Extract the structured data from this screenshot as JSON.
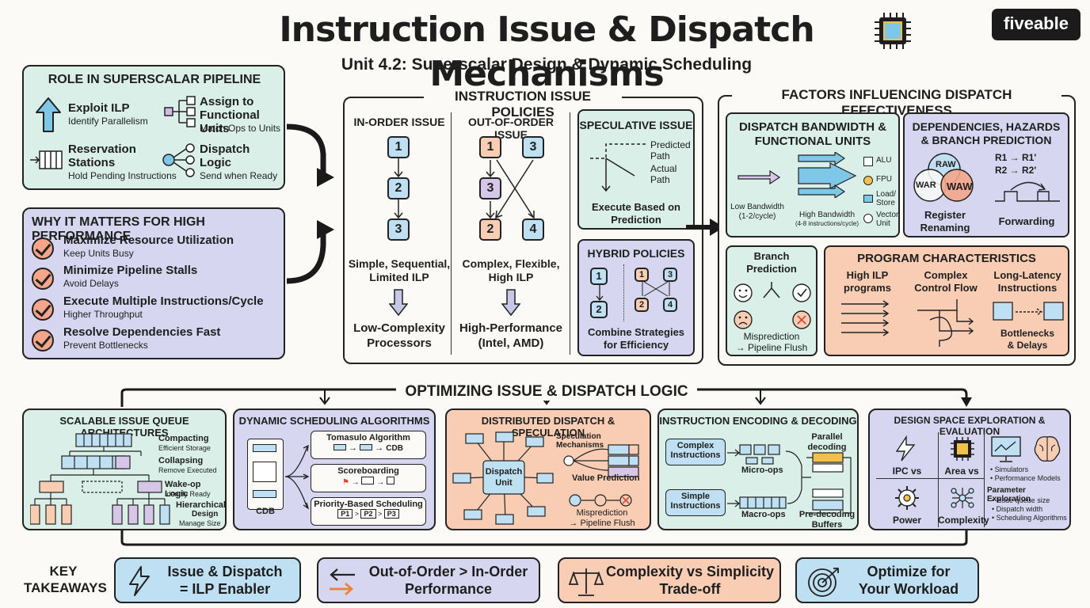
{
  "header": {
    "title": "Instruction Issue & Dispatch Mechanisms",
    "subtitle": "Unit 4.2: Superscalar Design & Dynamic Scheduling",
    "brand": "fiveable",
    "chip_icon": "cpu-chip-icon"
  },
  "role": {
    "title": "ROLE IN SUPERSCALAR PIPELINE",
    "items": [
      {
        "label": "Exploit ILP",
        "sub": "Identify Parallelism",
        "icon": "arrow-up-icon"
      },
      {
        "label": "Assign to Functional Units",
        "label_a": "Assign to",
        "label_b": "Functional Units",
        "sub": "Match Ops to Units",
        "icon": "tree-icon"
      },
      {
        "label": "Reservation Stations",
        "label_a": "Reservation",
        "label_b": "Stations",
        "sub": "Hold Pending Instructions",
        "icon": "queue-icon"
      },
      {
        "label": "Dispatch Logic",
        "label_a": "Dispatch",
        "label_b": "Logic",
        "sub": "Send when Ready",
        "icon": "fanout-icon"
      }
    ]
  },
  "why": {
    "title": "WHY IT MATTERS FOR HIGH PERFORMANCE",
    "items": [
      {
        "label": "Maximize Resource Utilization",
        "sub": "Keep Units Busy"
      },
      {
        "label": "Minimize Pipeline Stalls",
        "sub": "Avoid Delays"
      },
      {
        "label": "Execute Multiple Instructions/Cycle",
        "sub": "Higher Throughput"
      },
      {
        "label": "Resolve Dependencies Fast",
        "sub": "Prevent Bottlenecks"
      }
    ]
  },
  "policies": {
    "title": "INSTRUCTION ISSUE POLICIES",
    "inorder": {
      "title": "IN-ORDER ISSUE",
      "nums": [
        "1",
        "2",
        "3"
      ],
      "desc_a": "Simple, Sequential,",
      "desc_b": "Limited ILP",
      "result_a": "Low-Complexity",
      "result_b": "Processors"
    },
    "ooo": {
      "title": "OUT-OF-ORDER ISSUE",
      "nums": [
        "1",
        "3",
        "3",
        "2",
        "4"
      ],
      "desc_a": "Complex, Flexible,",
      "desc_b": "High ILP",
      "result_a": "High-Performance",
      "result_b": "(Intel, AMD)"
    },
    "speculative": {
      "title": "SPECULATIVE ISSUE",
      "predicted_a": "Predicted",
      "predicted_b": "Path",
      "actual_a": "Actual",
      "actual_b": "Path",
      "desc_a": "Execute Based on",
      "desc_b": "Prediction"
    },
    "hybrid": {
      "title": "HYBRID POLICIES",
      "nums_left": [
        "1",
        "2"
      ],
      "nums_right": [
        "1",
        "3",
        "2",
        "4"
      ],
      "desc_a": "Combine Strategies",
      "desc_b": "for Efficiency"
    }
  },
  "factors": {
    "title": "FACTORS INFLUENCING DISPATCH EFFECTIVENESS",
    "bandwidth": {
      "title_a": "DISPATCH BANDWIDTH &",
      "title_b": "FUNCTIONAL UNITS",
      "low_a": "Low Bandwidth",
      "low_b": "(1-2/cycle)",
      "high_a": "High Bandwidth",
      "high_b": "(4-8 instructions/cycle)",
      "units": [
        "ALU",
        "FPU",
        "Load/",
        "Store",
        "Vector",
        "Unit"
      ]
    },
    "deps": {
      "title_a": "DEPENDENCIES, HAZARDS",
      "title_b": "& BRANCH PREDICTION",
      "venn": [
        "RAW",
        "WAR",
        "WAW"
      ],
      "rename_a": "R1 → R1'",
      "rename_b": "R2 → R2'",
      "renaming_a": "Register",
      "renaming_b": "Renaming",
      "forwarding": "Forwarding"
    },
    "branch": {
      "title_a": "Branch",
      "title_b": "Prediction",
      "desc_a": "Misprediction",
      "desc_b": "→ Pipeline Flush"
    },
    "program": {
      "title": "PROGRAM CHARACTERISTICS",
      "cols": [
        {
          "a": "High ILP",
          "b": "programs"
        },
        {
          "a": "Complex",
          "b": "Control Flow"
        },
        {
          "a": "Long-Latency",
          "b": "Instructions"
        }
      ],
      "bottleneck_a": "Bottlenecks",
      "bottleneck_b": "& Delays"
    }
  },
  "optimizing": {
    "title": "OPTIMIZING ISSUE & DISPATCH LOGIC",
    "queue": {
      "title": "SCALABLE ISSUE QUEUE ARCHITECTURES",
      "items": [
        {
          "a": "Compacting",
          "b": "Efficient Storage"
        },
        {
          "a": "Collapsing",
          "b": "Remove Executed"
        },
        {
          "a": "Wake-op Logic",
          "b": "Identify Ready"
        },
        {
          "a": "Hierarchical",
          "b": "Design"
        }
      ],
      "manage": "Manage Size"
    },
    "sched": {
      "title": "DYNAMIC SCHEDULING ALGORITHMS",
      "cdb": "CDB",
      "tomasulo": "Tomasulo Algorithm",
      "tomasulo_cdb": "CDB",
      "scoreboarding": "Scoreboarding",
      "priority": "Priority-Based Scheduling",
      "p": [
        "P1",
        "P2",
        "P3"
      ]
    },
    "dist": {
      "title": "DISTRIBUTED DISPATCH & SPECULATION",
      "unit_a": "Dispatch",
      "unit_b": "Unit",
      "mech": "Speculation Mechanisms",
      "value": "Value Prediction",
      "mis_a": "Misprediction",
      "mis_b": "→ Pipeline Flush"
    },
    "enc": {
      "title": "INSTRUCTION ENCODING & DECODING",
      "complex_a": "Complex",
      "complex_b": "Instructions",
      "simple_a": "Simple",
      "simple_b": "Instructions",
      "micro": "Micro-ops",
      "macro": "Macro-ops",
      "parallel_a": "Parallel",
      "parallel_b": "decoding",
      "pre_a": "Pre-decoding",
      "pre_b": "Buffers"
    },
    "dse": {
      "title": "DESIGN SPACE EXPLORATION & EVALUATION",
      "ipc": "IPC vs",
      "area": "Area vs",
      "power": "Power",
      "complexity": "Complexity",
      "sim_a": "• Simulators",
      "sim_b": "• Performance Models",
      "param": "Parameter Exploration",
      "param_items": [
        "• Issue queue size",
        "• Dispatch width",
        "• Scheduling Algorithms"
      ]
    }
  },
  "takeaways": {
    "label_a": "KEY",
    "label_b": "TAKEAWAYS",
    "items": [
      {
        "a": "Issue & Dispatch",
        "b": "= ILP Enabler",
        "color": "#bfe0f2",
        "icon": "lightning-icon"
      },
      {
        "a": "Out-of-Order > In-Order",
        "b": "Performance",
        "color": "#d6d6f0",
        "icon": "swap-arrows-icon"
      },
      {
        "a": "Complexity vs Simplicity",
        "b": "Trade-off",
        "color": "#f8cdb4",
        "icon": "balance-scale-icon"
      },
      {
        "a": "Optimize for",
        "b": "Your Workload",
        "color": "#bfe0f2",
        "icon": "target-icon"
      }
    ]
  }
}
